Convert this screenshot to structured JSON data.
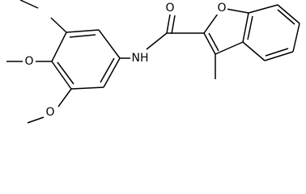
{
  "molecule": {
    "atom_labels": {
      "carbonyl_oxygen": "O",
      "furan_oxygen": "O",
      "amide_nitrogen": "NH",
      "methoxy_oxygen_top": "O",
      "methoxy_oxygen_bottom": "O"
    }
  }
}
